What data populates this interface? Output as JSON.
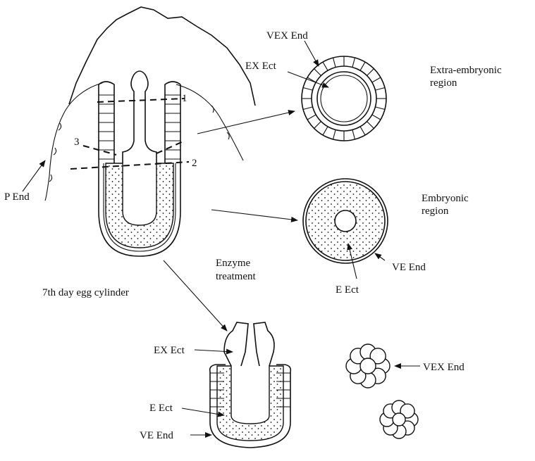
{
  "labels": {
    "p_end": "P End",
    "egg_cylinder": "7th day egg cylinder",
    "cut_1": "1",
    "cut_2": "2",
    "cut_3": "3",
    "vex_end_top": "VEX End",
    "ex_ect_top": "EX Ect",
    "extra_embryonic_1": "Extra-embryonic",
    "extra_embryonic_2": "region",
    "embryonic_1": "Embryonic",
    "embryonic_2": "region",
    "ve_end_mid": "VE End",
    "e_ect_mid": "E Ect",
    "enzyme_1": "Enzyme",
    "enzyme_2": "treatment",
    "ex_ect_bottom": "EX Ect",
    "e_ect_bottom": "E Ect",
    "ve_end_bottom": "VE End",
    "vex_end_bottom": "VEX End"
  },
  "colors": {
    "ink": "#111111",
    "background": "#ffffff"
  }
}
